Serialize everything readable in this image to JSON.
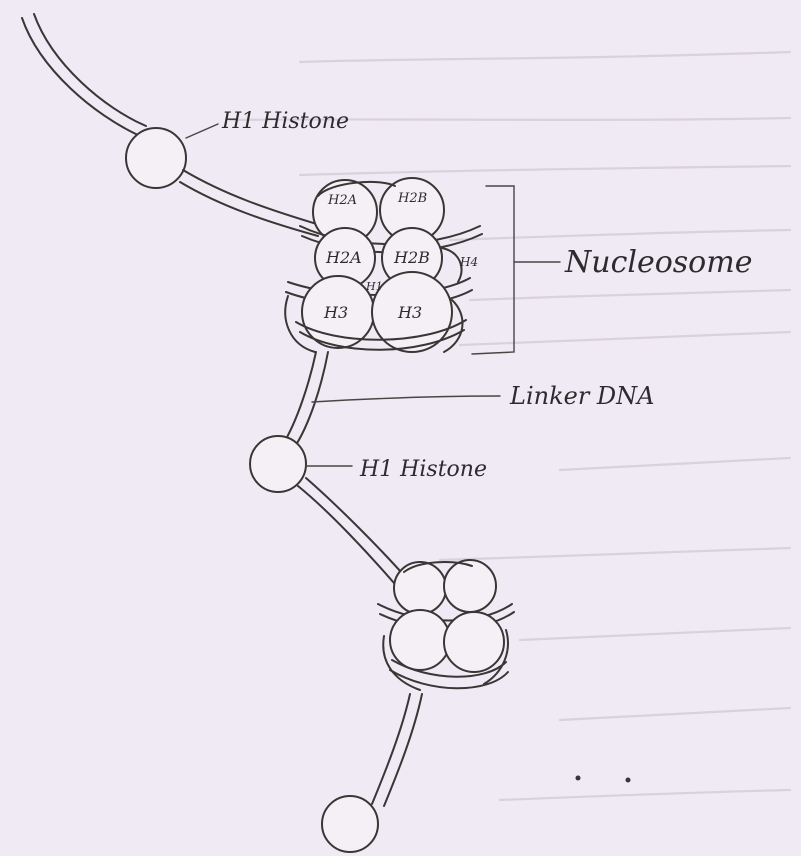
{
  "labels": {
    "h1_histone_top": "H1 Histone",
    "nucleosome": "Nucleosome",
    "linker_dna": "Linker DNA",
    "h1_histone_mid": "H1 Histone"
  },
  "histones": {
    "h2a_top": "H2A",
    "h2b_top": "H2B",
    "h2a_mid": "H2A",
    "h2b_mid": "H2B",
    "h4": "H4",
    "h1_small": "H1",
    "h3_left": "H3",
    "h3_right": "H3"
  },
  "colors": {
    "paper": "#efeaf3",
    "ink": "#3a3636",
    "bleed_through": "#d9d1de"
  }
}
